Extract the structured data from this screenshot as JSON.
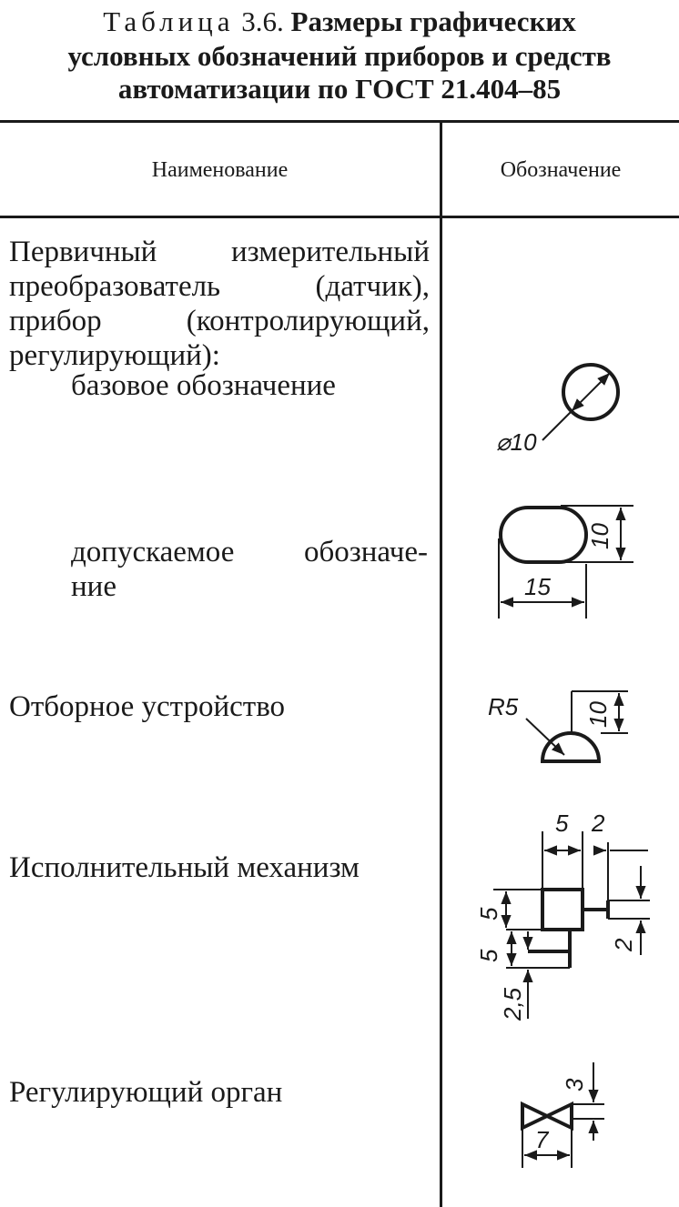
{
  "table": {
    "caption_word": "Таблица",
    "caption_number": "3.6.",
    "caption_line1": "Размеры графических",
    "caption_line2": "условных обозначений приборов и средств",
    "caption_line3": "автоматизации по ГОСТ 21.404–85",
    "header_name": "Наименование",
    "header_symbol": "Обозначение"
  },
  "rows": {
    "primary": {
      "lines": [
        "Первичный измерительный",
        "преобразователь (датчик),",
        "прибор (контролирующий,",
        "регулирующий):"
      ],
      "base_label": "базовое обозначение",
      "base_dim": "⌀10",
      "allowed_lines": [
        "допускаемое обозначе-",
        "ние"
      ],
      "allowed_dim_height": "10",
      "allowed_dim_width": "15"
    },
    "tap": {
      "label": "Отборное устройство",
      "dim_radius": "R5",
      "dim_height": "10"
    },
    "actuator": {
      "label": "Исполнительный механизм",
      "dim_top_a": "5",
      "dim_top_b": "2",
      "dim_left_a": "5",
      "dim_left_b": "5",
      "dim_left_c": "2,5",
      "dim_right": "2"
    },
    "valve": {
      "label": "Регулирующий орган",
      "dim_height": "3",
      "dim_width": "7"
    }
  }
}
